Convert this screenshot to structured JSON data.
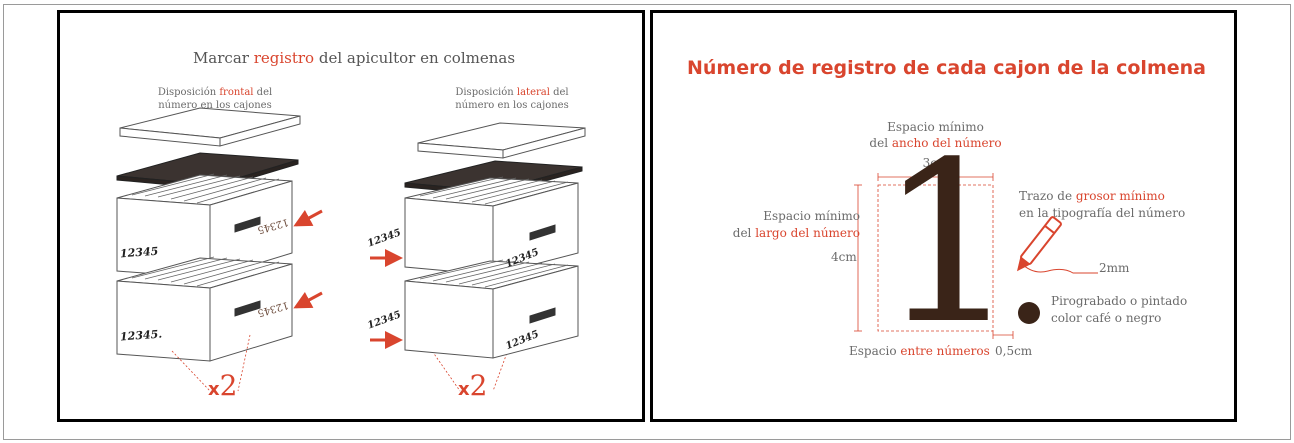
{
  "left_panel": {
    "title": {
      "prefix": "Marcar ",
      "highlight": "registro",
      "suffix": " del apicultor en colmenas"
    },
    "frontal_caption": {
      "line1_prefix": "Disposición ",
      "line1_highlight": "frontal",
      "line1_suffix": " del",
      "line2": "número en los cajones"
    },
    "lateral_caption": {
      "line1_prefix": "Disposición ",
      "line1_highlight": "lateral",
      "line1_suffix": " del",
      "line2": "número en los cajones"
    },
    "stamp_number": "12345",
    "stamp_number_dot": "12345.",
    "multiplier_x": "x",
    "multiplier_n": "2"
  },
  "right_panel": {
    "title": "Número de registro de cada cajon de la colmena",
    "big_digit": "1",
    "width_label": {
      "line1": "Espacio mínimo",
      "line2_prefix": "del ",
      "line2_highlight": "ancho del número",
      "value": "3cm"
    },
    "height_label": {
      "line1": "Espacio mínimo",
      "line2_prefix": "del ",
      "line2_highlight": "largo del número",
      "value": "4cm"
    },
    "stroke_label": {
      "line1_prefix": "Trazo de ",
      "line1_highlight": "grosor mínimo",
      "line2": "en la tipografía del número",
      "value": "2mm"
    },
    "color_label": {
      "line1": "Pirograbado o pintado",
      "line2": "color café o negro"
    },
    "spacing_label": {
      "prefix": "Espacio ",
      "highlight": "entre números",
      "value": "0,5cm"
    }
  },
  "colors": {
    "accent": "#d9452e",
    "brown": "#3a2418",
    "lid": "#3b3330"
  }
}
